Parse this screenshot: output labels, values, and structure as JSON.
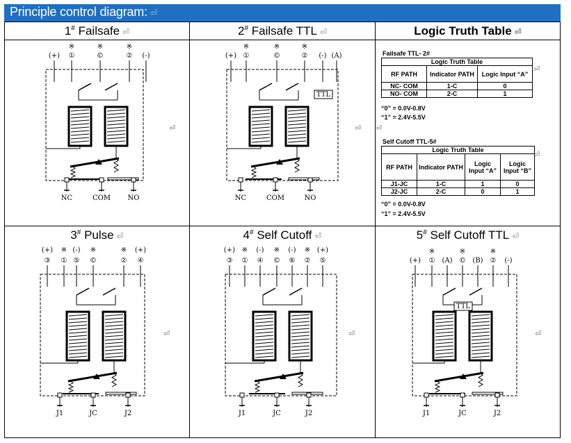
{
  "header": {
    "title": "Principle control diagram:",
    "mark": "⏎"
  },
  "return_mark": "⏎",
  "cells": {
    "c1": {
      "num": "1",
      "sup": "#",
      "text": "Failsafe"
    },
    "c2": {
      "num": "2",
      "sup": "#",
      "text": "Failsafe TTL"
    },
    "c3": {
      "text": "Logic Truth Table"
    },
    "c4": {
      "num": "3",
      "sup": "#",
      "text": "Pulse"
    },
    "c5": {
      "num": "4",
      "sup": "#",
      "text": "Self  Cutoff"
    },
    "c6": {
      "num": "5",
      "sup": "#",
      "text": "Self  Cutoff TTL"
    }
  },
  "table1": {
    "label": "Failsafe TTL- 2#",
    "caption": "Logic  Truth  Table",
    "headers": [
      "RF PATH",
      "Indicator PATH",
      "Logic Input “A”"
    ],
    "rows": [
      [
        "NC- COM",
        "1-C",
        "0"
      ],
      [
        "NO- COM",
        "2-C",
        "1"
      ]
    ],
    "def0": "“0” = 0.0V-0.8V",
    "def1": "“1” = 2.4V-5.5V"
  },
  "table2": {
    "label": "Self Cutoff TTL-5#",
    "caption": "Logic  Truth  Table",
    "headers": [
      "RF PATH",
      "Indicator PATH",
      "Logic Input “A”",
      "Logic Input “B”"
    ],
    "rows": [
      [
        "J1-JC",
        "1-C",
        "1",
        "0"
      ],
      [
        "J2-JC",
        "2-C",
        "0",
        "1"
      ]
    ],
    "def0": "“0” = 0.0V-0.8V",
    "def1": "“1” = 2.4V-5.5V"
  },
  "diagrams": {
    "d1": {
      "terms": [
        "(+)",
        "①",
        "©",
        "②",
        "(-)"
      ],
      "stars": [
        "※",
        "※",
        "※"
      ],
      "outs": [
        "NC",
        "COM",
        "NO"
      ]
    },
    "d2": {
      "terms": [
        "(+)",
        "①",
        "©",
        "②",
        "(-)",
        "(A)"
      ],
      "stars": [
        "※",
        "※",
        "※"
      ],
      "outs": [
        "NC",
        "COM",
        "NO"
      ],
      "box": "TTL"
    },
    "d3": {
      "signs": [
        "(+)",
        "※",
        "(-)",
        "※",
        "※",
        "(+)"
      ],
      "terms": [
        "③",
        "①",
        "⑤",
        "©",
        "②",
        "④"
      ],
      "outs": [
        "J1",
        "JC",
        "J2"
      ]
    },
    "d4": {
      "signs": [
        "(+)",
        "※",
        "(-)",
        "※",
        "(-)",
        "※",
        "(+)"
      ],
      "terms": [
        "③",
        "①",
        "④",
        "©",
        "⑥",
        "②",
        "⑤"
      ],
      "outs": [
        "J1",
        "JC",
        "J2"
      ]
    },
    "d5": {
      "terms": [
        "(+)",
        "①",
        "(A)",
        "©",
        "(B)",
        "②",
        "(-)"
      ],
      "stars": [
        "※",
        "※",
        "※"
      ],
      "outs": [
        "J1",
        "JC",
        "J2"
      ],
      "box": "TTL"
    }
  }
}
